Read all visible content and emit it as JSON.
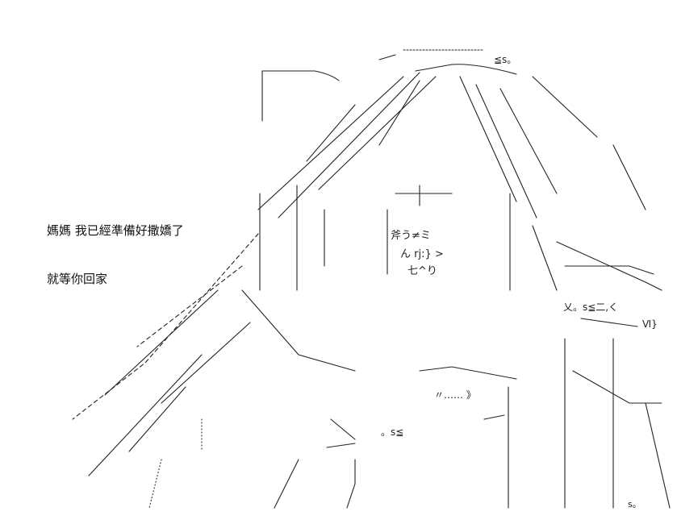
{
  "dialogue": {
    "line1": "媽媽 我已經準備好撒嬌了",
    "line2": "就等你回家"
  },
  "art_labels": {
    "face_line1": "斧う≠ミ",
    "face_line2": "ん rj:}  >",
    "face_line3": "七^り",
    "ribbon_right": "乂。s≦二,く",
    "ribbon_right_mark": "Ⅵ}",
    "bottom_mark": "〃……   》",
    "top_mark": "≦s。",
    "sleeve_mark": "。s≦",
    "corner_mark": "s。"
  },
  "colors": {
    "background": "#ffffff",
    "ink": "#222222"
  }
}
